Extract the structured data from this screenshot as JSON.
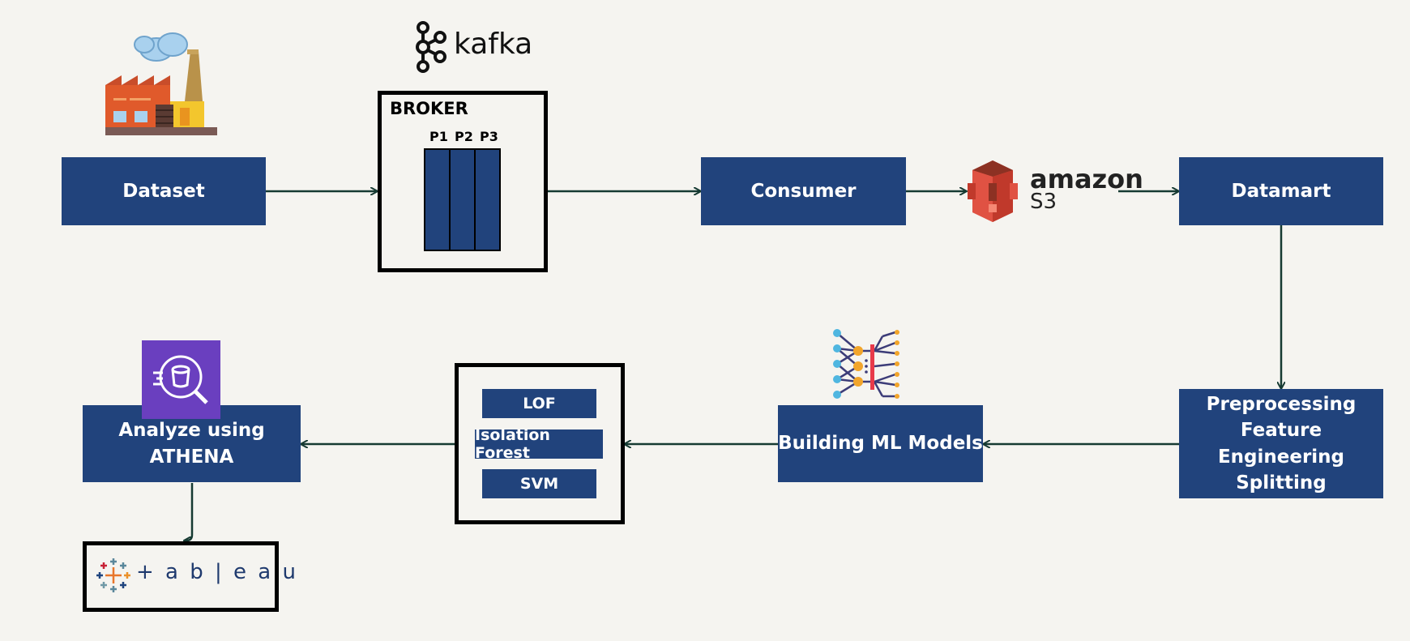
{
  "nodes": {
    "dataset": "Dataset",
    "broker": "BROKER",
    "partitions": [
      "P1",
      "P2",
      "P3"
    ],
    "consumer": "Consumer",
    "datamart": "Datamart",
    "preprocessing": [
      "Preprocessing",
      "Feature Engineering",
      "Splitting"
    ],
    "building_models": "Building ML Models",
    "models": [
      "LOF",
      "Isolation Forest",
      "SVM"
    ],
    "analyze": "Analyze using ATHENA"
  },
  "logos": {
    "kafka": "kafka",
    "amazon": "amazon",
    "s3": "S3",
    "tableau": "+ a b | e a u"
  },
  "icons": [
    "factory-icon",
    "kafka-icon",
    "amazon-s3-icon",
    "neural-network-icon",
    "athena-icon",
    "tableau-icon"
  ],
  "colors": {
    "box": "#21437c",
    "arrow": "#163a32",
    "background": "#f5f4f0",
    "athena_bg": "#6a3fbf",
    "s3_red": "#e05243"
  }
}
